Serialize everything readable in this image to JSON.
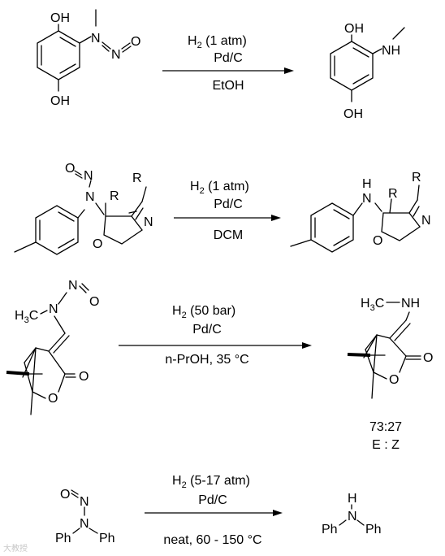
{
  "reactions": [
    {
      "conditions": [
        "H2 (1 atm)",
        "Pd/C",
        "EtOH"
      ],
      "reactant_labels": {
        "oh_top": "OH",
        "oh_bottom": "OH",
        "n": "N",
        "o": "O"
      },
      "product_labels": {
        "oh_top": "OH",
        "oh_bottom": "OH",
        "nh": "NH"
      }
    },
    {
      "conditions": [
        "H2 (1 atm)",
        "Pd/C",
        "DCM"
      ],
      "reactant_labels": {
        "o_nitroso": "O",
        "n_nitroso": "N",
        "n_amine": "N",
        "r1": "R",
        "r2": "R",
        "n_ring": "N",
        "o_ring": "O"
      },
      "product_labels": {
        "nh": "H",
        "n_amine": "N",
        "r1": "R",
        "r2": "R",
        "n_ring": "N",
        "o_ring": "O"
      }
    },
    {
      "conditions": [
        "H2 (50 bar)",
        "Pd/C",
        "n-PrOH, 35 °C"
      ],
      "reactant_labels": {
        "h3c": "H3C",
        "n": "N",
        "n_nitroso": "N",
        "o_nitroso": "O",
        "o_carbonyl": "O",
        "o_ring": "O"
      },
      "product_labels": {
        "h3c": "H3C",
        "nh": "NH",
        "o_carbonyl": "O",
        "o_ring": "O"
      },
      "ratio": "73:27",
      "isomers": "E : Z"
    },
    {
      "conditions": [
        "H2 (5-17 atm)",
        "Pd/C",
        "neat, 60 - 150 °C"
      ],
      "reactant_labels": {
        "o": "O",
        "n1": "N",
        "n2": "N",
        "ph1": "Ph",
        "ph2": "Ph"
      },
      "product_labels": {
        "h": "H",
        "n": "N",
        "ph1": "Ph",
        "ph2": "Ph"
      }
    }
  ],
  "watermark": "大教授"
}
